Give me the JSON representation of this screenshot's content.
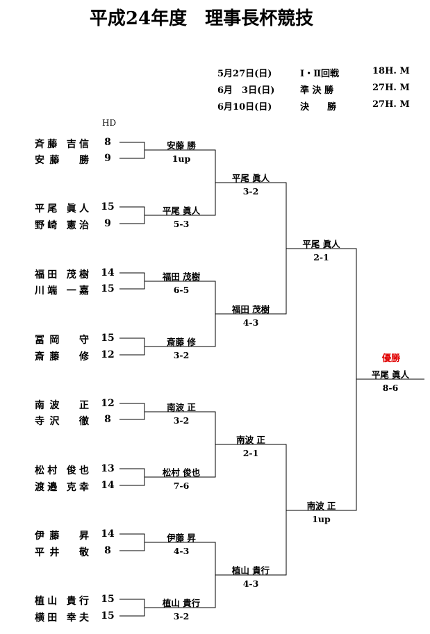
{
  "title": "平成24年度　理事長杯競技",
  "schedule": [
    {
      "date": "5月27日(日)",
      "round": "Ⅰ・Ⅱ回戦",
      "course": "18H. M"
    },
    {
      "date": "6月　3日(日)",
      "round": "準 決 勝",
      "course": "27H. M"
    },
    {
      "date": "6月10日(日)",
      "round": "決　　勝",
      "course": "27H. M"
    }
  ],
  "hd_label": "HD",
  "entrants": [
    {
      "name": "斉藤 吉信",
      "hd": "8"
    },
    {
      "name": "安藤　勝",
      "hd": "9"
    },
    {
      "name": "平尾 眞人",
      "hd": "15"
    },
    {
      "name": "野崎 憲治",
      "hd": "9"
    },
    {
      "name": "福田 茂樹",
      "hd": "14"
    },
    {
      "name": "川端 一嘉",
      "hd": "15"
    },
    {
      "name": "冨岡　守",
      "hd": "15"
    },
    {
      "name": "斎藤　修",
      "hd": "12"
    },
    {
      "name": "南波　正",
      "hd": "12"
    },
    {
      "name": "寺沢　徹",
      "hd": "8"
    },
    {
      "name": "松村 俊也",
      "hd": "13"
    },
    {
      "name": "渡邉 克幸",
      "hd": "14"
    },
    {
      "name": "伊藤　昇",
      "hd": "14"
    },
    {
      "name": "平井　敬",
      "hd": "8"
    },
    {
      "name": "植山 貴行",
      "hd": "15"
    },
    {
      "name": "横田 幸夫",
      "hd": "15"
    }
  ],
  "round1": [
    {
      "winner": "安藤 勝",
      "score": "1up"
    },
    {
      "winner": "平尾 眞人",
      "score": "5-3"
    },
    {
      "winner": "福田 茂樹",
      "score": "6-5"
    },
    {
      "winner": "斎藤 修",
      "score": "3-2"
    },
    {
      "winner": "南波 正",
      "score": "3-2"
    },
    {
      "winner": "松村 俊也",
      "score": "7-6"
    },
    {
      "winner": "伊藤 昇",
      "score": "4-3"
    },
    {
      "winner": "植山 貴行",
      "score": "3-2"
    }
  ],
  "round2": [
    {
      "winner": "平尾 眞人",
      "score": "3-2"
    },
    {
      "winner": "福田 茂樹",
      "score": "4-3"
    },
    {
      "winner": "南波 正",
      "score": "2-1"
    },
    {
      "winner": "植山 貴行",
      "score": "4-3"
    }
  ],
  "semifinal": [
    {
      "winner": "平尾 眞人",
      "score": "2-1"
    },
    {
      "winner": "南波 正",
      "score": "1up"
    }
  ],
  "final": {
    "label": "優勝",
    "winner": "平尾 眞人",
    "score": "8-6",
    "label_color": "#e00000"
  }
}
